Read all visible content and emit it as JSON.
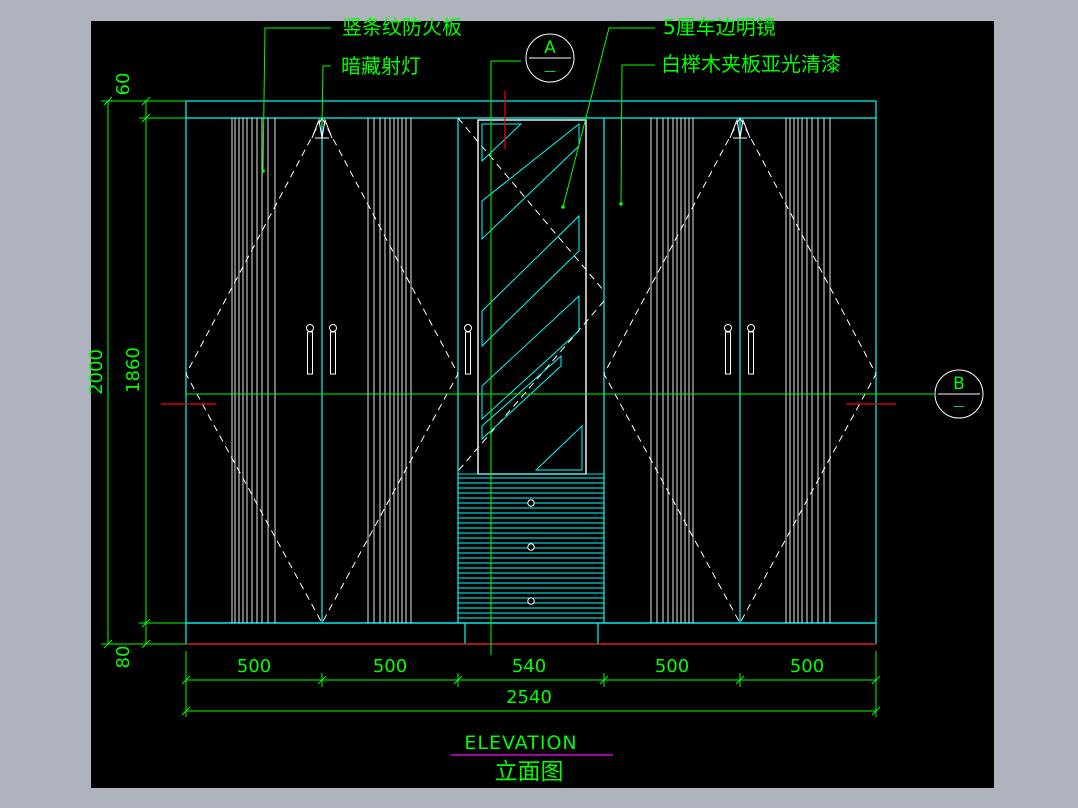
{
  "drawing": {
    "title_en": "ELEVATION",
    "title_cn": "立面图",
    "callouts": {
      "fireproof_board": "竖条纹防火板",
      "hidden_spotlight": "暗藏射灯",
      "mirror": "5厘车边明镜",
      "birch_panel": "白榉木夹板亚光清漆"
    },
    "section_markers": {
      "a": {
        "letter": "A",
        "sub": "—"
      },
      "b": {
        "letter": "B",
        "sub": "—"
      }
    },
    "dimensions": {
      "horizontal": [
        "500",
        "500",
        "540",
        "500",
        "500"
      ],
      "total_width": "2540",
      "vertical_top": "60",
      "vertical_middle": "1860",
      "vertical_total": "2000",
      "vertical_bottom": "80"
    },
    "colors": {
      "frame": "#00ffff",
      "stripes": "#ffffff",
      "annotation": "#00ff00",
      "baseline": "#ff0000",
      "canvas": "#000000",
      "window": "#aeb3bd"
    }
  }
}
